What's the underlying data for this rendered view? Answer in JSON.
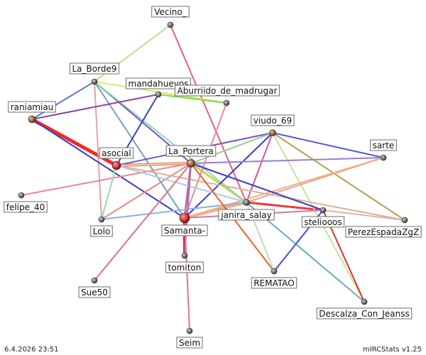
{
  "nodes": [
    {
      "id": "vecino",
      "label": "Vecino_"
    },
    {
      "id": "laborde",
      "label": "La_Borde9"
    },
    {
      "id": "mandahuevos",
      "label": "mandahuevos"
    },
    {
      "id": "aburriido",
      "label": "Aburriido_de_madrugar"
    },
    {
      "id": "raniamiau",
      "label": "raniamiau"
    },
    {
      "id": "viudo",
      "label": "viudo_69"
    },
    {
      "id": "sarte",
      "label": "sarte"
    },
    {
      "id": "asocial",
      "label": "asocial"
    },
    {
      "id": "laportera",
      "label": "La_Portera"
    },
    {
      "id": "felipe",
      "label": "felipe_40"
    },
    {
      "id": "janira",
      "label": "janira_salay"
    },
    {
      "id": "stelioos",
      "label": "steliooos"
    },
    {
      "id": "perez",
      "label": "PerezEspadaZgZ"
    },
    {
      "id": "lolo",
      "label": "Lolo"
    },
    {
      "id": "samanta",
      "label": "Samanta-"
    },
    {
      "id": "tomiton",
      "label": "tomiton"
    },
    {
      "id": "rematao",
      "label": "REMATAO"
    },
    {
      "id": "sue",
      "label": "Sue50"
    },
    {
      "id": "descalza",
      "label": "Descalza_Con_Jeanss"
    },
    {
      "id": "seim",
      "label": "Seim"
    }
  ],
  "edges": [
    {
      "from": "raniamiau",
      "to": "asocial",
      "color": "#ee2b2b",
      "weight": 5
    },
    {
      "from": "asocial",
      "to": "laportera",
      "color": "#f06a4a",
      "weight": 4
    },
    {
      "from": "samanta",
      "to": "tomiton",
      "color": "#ee2222",
      "weight": 4
    },
    {
      "from": "samanta",
      "to": "janira",
      "color": "#f3b080",
      "weight": 4
    },
    {
      "from": "laportera",
      "to": "samanta",
      "color": "#b66ba5",
      "weight": 3
    },
    {
      "from": "laportera",
      "to": "janira",
      "color": "#c7d744",
      "weight": 3
    },
    {
      "from": "janira",
      "to": "stelioos",
      "color": "#ee3a3a",
      "weight": 3
    },
    {
      "from": "vecino",
      "to": "laborde",
      "color": "#b9df8c",
      "weight": 2
    },
    {
      "from": "vecino",
      "to": "janira",
      "color": "#e0608f",
      "weight": 2
    },
    {
      "from": "laborde",
      "to": "raniamiau",
      "color": "#5a78c8",
      "weight": 2
    },
    {
      "from": "laborde",
      "to": "aburriido",
      "color": "#dde866",
      "weight": 2
    },
    {
      "from": "laborde",
      "to": "lolo",
      "color": "#e6a4a4",
      "weight": 2
    },
    {
      "from": "laborde",
      "to": "laportera",
      "color": "#7b4fcc",
      "weight": 2
    },
    {
      "from": "laborde",
      "to": "samanta",
      "color": "#7aa0bb",
      "weight": 2
    },
    {
      "from": "laborde",
      "to": "janira",
      "color": "#8adfb0",
      "weight": 2
    },
    {
      "from": "mandahuevos",
      "to": "aburriido",
      "color": "#77dd44",
      "weight": 2
    },
    {
      "from": "mandahuevos",
      "to": "asocial",
      "color": "#3344cc",
      "weight": 2
    },
    {
      "from": "raniamiau",
      "to": "mandahuevos",
      "color": "#8844aa",
      "weight": 2
    },
    {
      "from": "raniamiau",
      "to": "samanta",
      "color": "#3a3ad0",
      "weight": 2
    },
    {
      "from": "aburriido",
      "to": "samanta",
      "color": "#ea8aa0",
      "weight": 2
    },
    {
      "from": "viudo",
      "to": "laportera",
      "color": "#c8c040",
      "weight": 2
    },
    {
      "from": "viudo",
      "to": "samanta",
      "color": "#3b3bd0",
      "weight": 2
    },
    {
      "from": "viudo",
      "to": "asocial",
      "color": "#7b55cc",
      "weight": 2
    },
    {
      "from": "viudo",
      "to": "janira",
      "color": "#d056a0",
      "weight": 2
    },
    {
      "from": "viudo",
      "to": "sarte",
      "color": "#5a5ad8",
      "weight": 2
    },
    {
      "from": "viudo",
      "to": "descalza",
      "color": "#bee6a0",
      "weight": 2
    },
    {
      "from": "viudo",
      "to": "perez",
      "color": "#b9a050",
      "weight": 2
    },
    {
      "from": "sarte",
      "to": "asocial",
      "color": "#ead8a8",
      "weight": 2
    },
    {
      "from": "sarte",
      "to": "janira",
      "color": "#e0a89a",
      "weight": 2
    },
    {
      "from": "sarte",
      "to": "laportera",
      "color": "#9a7fd8",
      "weight": 2
    },
    {
      "from": "sarte",
      "to": "samanta",
      "color": "#f2b080",
      "weight": 2
    },
    {
      "from": "felipe",
      "to": "laportera",
      "color": "#e88898",
      "weight": 2
    },
    {
      "from": "lolo",
      "to": "laportera",
      "color": "#e88a80",
      "weight": 2
    },
    {
      "from": "lolo",
      "to": "asocial",
      "color": "#9ad8b0",
      "weight": 2
    },
    {
      "from": "lolo",
      "to": "janira",
      "color": "#8fb2d8",
      "weight": 2
    },
    {
      "from": "asocial",
      "to": "perez",
      "color": "#ddb098",
      "weight": 2
    },
    {
      "from": "asocial",
      "to": "janira",
      "color": "#a8cfe0",
      "weight": 2
    },
    {
      "from": "laportera",
      "to": "sue",
      "color": "#e07088",
      "weight": 2
    },
    {
      "from": "laportera",
      "to": "stelioos",
      "color": "#3a3ad0",
      "weight": 2
    },
    {
      "from": "laportera",
      "to": "rematao",
      "color": "#f06030",
      "weight": 2
    },
    {
      "from": "laportera",
      "to": "tomiton",
      "color": "#b068b0",
      "weight": 2
    },
    {
      "from": "laportera",
      "to": "viudo",
      "color": "#9ad0a0",
      "weight": 2
    },
    {
      "from": "janira",
      "to": "rematao",
      "color": "#c8d8b8",
      "weight": 2
    },
    {
      "from": "janira",
      "to": "descalza",
      "color": "#6aa8c0",
      "weight": 2
    },
    {
      "from": "stelioos",
      "to": "descalza",
      "color": "#ee2a2a",
      "weight": 2
    },
    {
      "from": "stelioos",
      "to": "rematao",
      "color": "#4a4ad8",
      "weight": 2
    },
    {
      "from": "stelioos",
      "to": "perez",
      "color": "#e0b0a8",
      "weight": 2
    },
    {
      "from": "samanta",
      "to": "seim",
      "color": "#e87090",
      "weight": 2
    },
    {
      "from": "samanta",
      "to": "stelioos",
      "color": "#cc7aa8",
      "weight": 2
    }
  ],
  "footer": {
    "date": "6.4.2026 23:51",
    "version": "mIRCStats v1.25"
  }
}
